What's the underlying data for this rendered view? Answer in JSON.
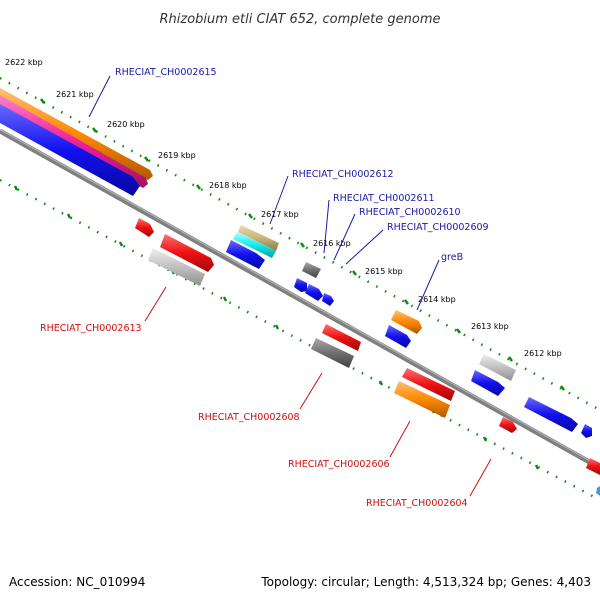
{
  "title": "Rhizobium etli CIAT 652, complete genome",
  "accession": "Accession: NC_010994",
  "topology": "Topology: circular; Length: 4,513,324 bp; Genes: 4,403",
  "colors": {
    "backbone": "#808080",
    "tick_dots": "#118811",
    "forward_label": "#1a1aa6",
    "reverse_label": "#cc1111",
    "blue": "#1111ee",
    "red": "#ee1111",
    "orange": "#ff8800",
    "gray": "#707070",
    "light_gray": "#c0c0c0",
    "cyan": "#11eeee",
    "tan": "#c8b478",
    "magenta": "#ee2299"
  },
  "kbp_labels": [
    "2622 kbp",
    "2621 kbp",
    "2620 kbp",
    "2619 kbp",
    "2618 kbp",
    "2617 kbp",
    "2616 kbp",
    "2615 kbp",
    "2614 kbp",
    "2613 kbp",
    "2612 kbp"
  ],
  "forward_labels": [
    "RHECIAT_CH0002615",
    "RHECIAT_CH0002612",
    "RHECIAT_CH0002611",
    "RHECIAT_CH0002610",
    "RHECIAT_CH0002609",
    "greB"
  ],
  "reverse_labels": [
    "RHECIAT_CH0002613",
    "RHECIAT_CH0002608",
    "RHECIAT_CH0002606",
    "RHECIAT_CH0002604"
  ]
}
